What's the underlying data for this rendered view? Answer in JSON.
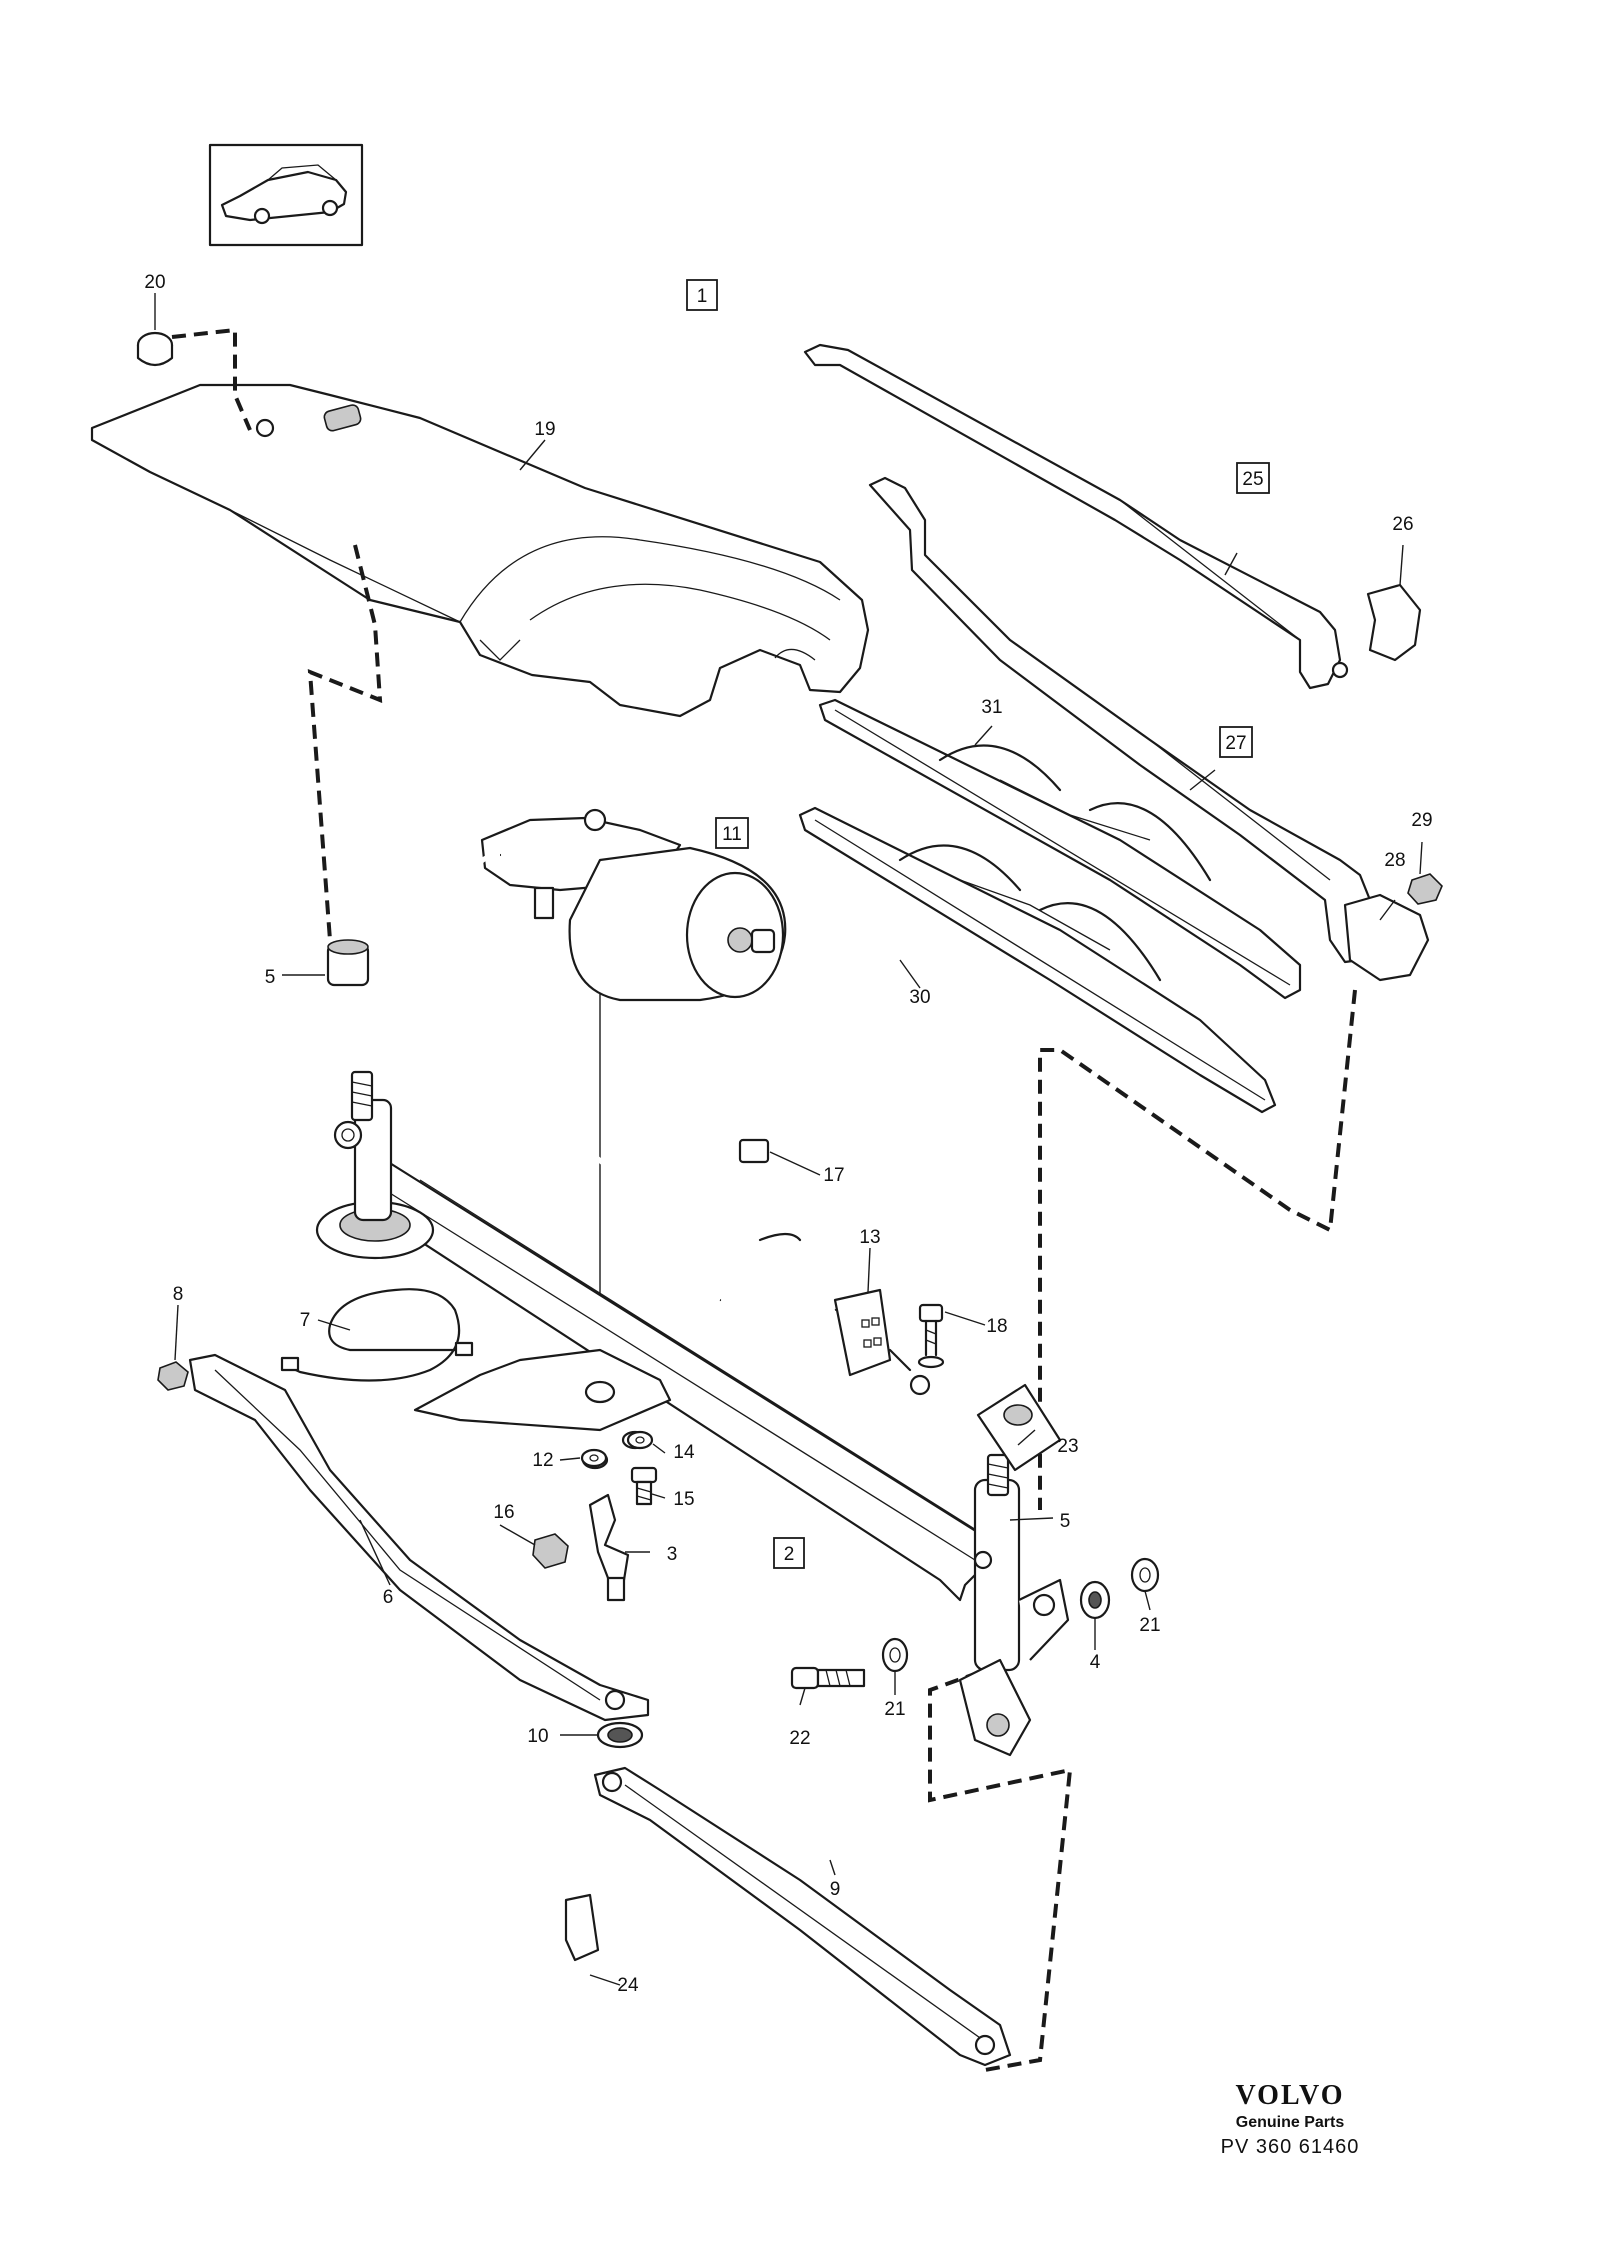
{
  "brand": {
    "logo": "VOLVO",
    "tagline": "Genuine Parts",
    "code": "PV 360 61460"
  },
  "callouts": [
    "1",
    "2",
    "3",
    "4",
    "5",
    "5",
    "6",
    "7",
    "8",
    "9",
    "10",
    "11",
    "12",
    "13",
    "14",
    "15",
    "16",
    "17",
    "18",
    "19",
    "20",
    "21",
    "21",
    "22",
    "23",
    "24",
    "25",
    "26",
    "27",
    "28",
    "29",
    "30",
    "31"
  ],
  "parts": [
    {
      "ref": "1",
      "boxed": true
    },
    {
      "ref": "2",
      "boxed": true
    },
    {
      "ref": "3"
    },
    {
      "ref": "4"
    },
    {
      "ref": "5"
    },
    {
      "ref": "6"
    },
    {
      "ref": "7"
    },
    {
      "ref": "8"
    },
    {
      "ref": "9"
    },
    {
      "ref": "10"
    },
    {
      "ref": "11",
      "boxed": true
    },
    {
      "ref": "12"
    },
    {
      "ref": "13"
    },
    {
      "ref": "14"
    },
    {
      "ref": "15"
    },
    {
      "ref": "16"
    },
    {
      "ref": "17"
    },
    {
      "ref": "18"
    },
    {
      "ref": "19"
    },
    {
      "ref": "20"
    },
    {
      "ref": "21"
    },
    {
      "ref": "22"
    },
    {
      "ref": "23"
    },
    {
      "ref": "24"
    },
    {
      "ref": "25",
      "boxed": true
    },
    {
      "ref": "26"
    },
    {
      "ref": "27",
      "boxed": true
    },
    {
      "ref": "28"
    },
    {
      "ref": "29"
    },
    {
      "ref": "30"
    },
    {
      "ref": "31"
    }
  ]
}
